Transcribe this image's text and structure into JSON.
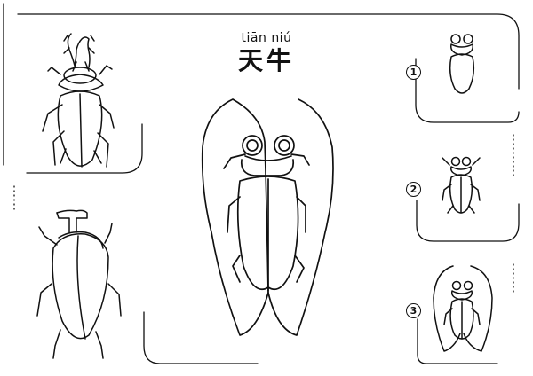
{
  "title": {
    "pinyin": "tiān niú",
    "hanzi": "天牛"
  },
  "steps": [
    {
      "number": "1"
    },
    {
      "number": "2"
    },
    {
      "number": "3"
    }
  ],
  "icons": {
    "stag_beetle": "stag-beetle-drawing",
    "beetle_body": "beetle-body-drawing",
    "longhorn_main": "longhorn-beetle-main-drawing",
    "step1": "beetle-head-body-sketch",
    "step2": "beetle-legs-sketch",
    "step3": "beetle-wings-sketch"
  },
  "colors": {
    "ink": "#111111",
    "paper": "#ffffff"
  }
}
